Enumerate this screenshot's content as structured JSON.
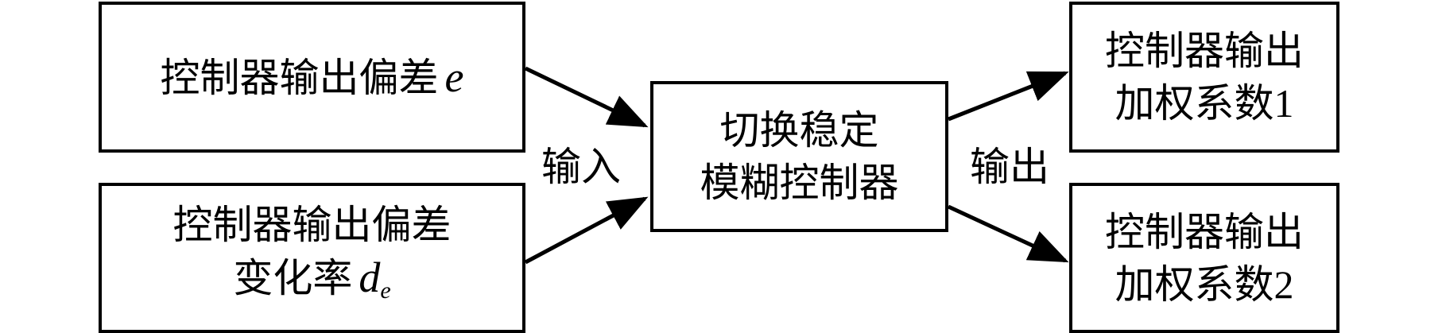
{
  "inputs": [
    {
      "text": "控制器输出偏差",
      "variable": "e",
      "subscript": ""
    },
    {
      "text_line1": "控制器输出偏差",
      "text_line2": "变化率",
      "variable": "d",
      "subscript": "e"
    }
  ],
  "input_label": "输入",
  "controller": {
    "line1": "切换稳定",
    "line2": "模糊控制器"
  },
  "output_label": "输出",
  "outputs": [
    {
      "line1": "控制器输出",
      "line2_text": "加权系数",
      "line2_num": "1"
    },
    {
      "line1": "控制器输出",
      "line2_text": "加权系数",
      "line2_num": "2"
    }
  ]
}
